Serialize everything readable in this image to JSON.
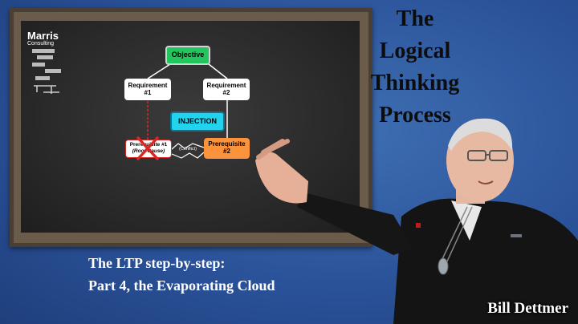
{
  "logo": {
    "name": "Marris",
    "sub": "Consulting"
  },
  "diagram": {
    "objective": "Objective",
    "req1": [
      "Requirement",
      "#1"
    ],
    "req2": [
      "Requirement",
      "#2"
    ],
    "injection": "INJECTION",
    "pre1": [
      "Prerequisite #1",
      "(Root Cause)"
    ],
    "pre2": [
      "Prerequisite",
      "#2"
    ],
    "conflict": "(Conflict)"
  },
  "title": [
    "The",
    "Logical",
    "Thinking",
    "Process"
  ],
  "subtitle": [
    "The LTP step-by-step:",
    "Part 4, the Evaporating Cloud"
  ],
  "presenter": "Bill Dettmer",
  "colors": {
    "background": "#2b539a",
    "board": "#2a2a2a",
    "frame": "#6b5b4b",
    "objective": "#22c55e",
    "injection": "#22d3ee",
    "prerequisite2": "#fb923c",
    "cross": "#dc2626"
  }
}
